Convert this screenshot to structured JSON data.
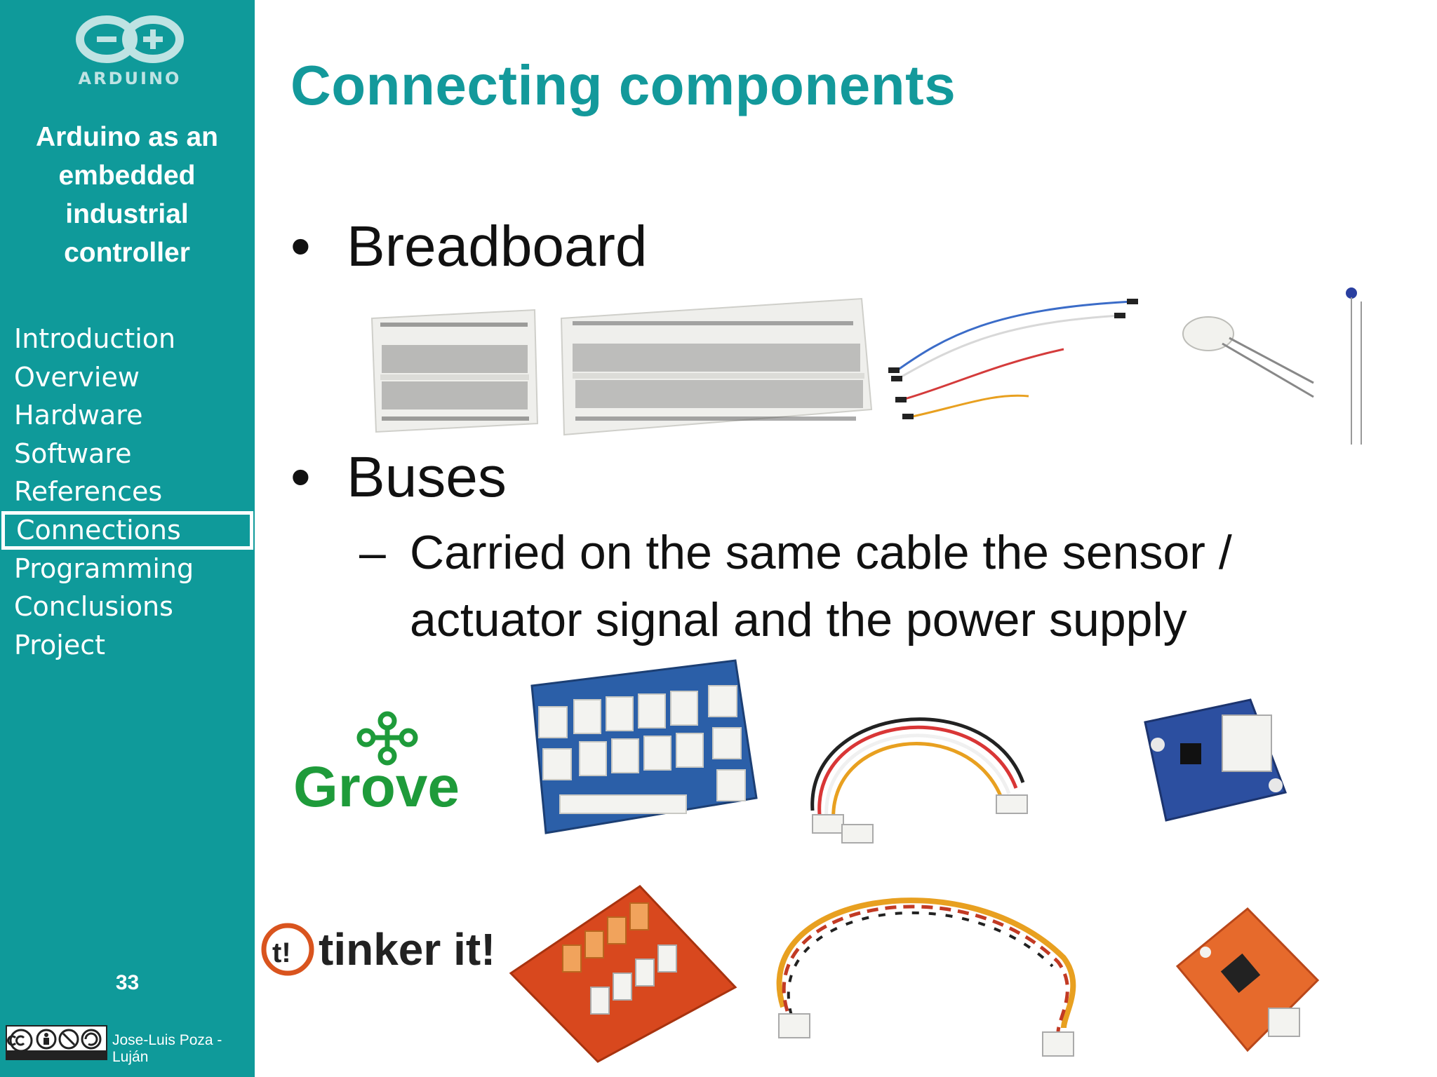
{
  "sidebar": {
    "logo_text": "ARDUINO",
    "course_title": "Arduino as an\nembedded\nindustrial\ncontroller",
    "nav": [
      {
        "label": "Introduction"
      },
      {
        "label": "Overview"
      },
      {
        "label": "Hardware"
      },
      {
        "label": "Software"
      },
      {
        "label": "References"
      },
      {
        "label": "Connections",
        "active": true
      },
      {
        "label": "Programming"
      },
      {
        "label": "Conclusions"
      },
      {
        "label": "Project"
      }
    ],
    "page_number": "33",
    "license": "cc-by-nc-sa-badge",
    "author": "Jose-Luis Poza -Luján"
  },
  "slide": {
    "title": "Connecting components",
    "bullets": [
      {
        "bullet": "•",
        "text": "Breadboard"
      },
      {
        "bullet": "•",
        "text": "Buses"
      }
    ],
    "sub_bullet": {
      "dash": "–",
      "text": "Carried on the same cable the sensor / actuator signal and the power supply"
    },
    "logos": {
      "grove": "Grove",
      "tinker": "tinker it!",
      "tinker_badge": "t!"
    }
  },
  "colors": {
    "accent": "#0f9a9a",
    "title": "#13999b",
    "grove": "#1e9b3a"
  }
}
